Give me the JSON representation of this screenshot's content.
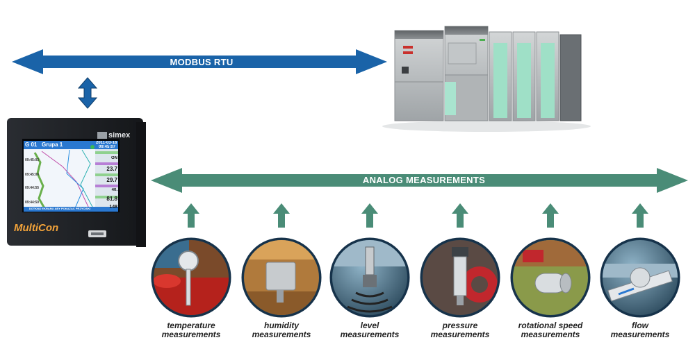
{
  "bus": {
    "modbus_label": "MODBUS RTU",
    "analog_label": "ANALOG MEASUREMENTS"
  },
  "device": {
    "brand": "simex",
    "logo": "MultiCon",
    "screen": {
      "group": "G 01",
      "group_name": "Grupa 1",
      "date": "2011-03-16",
      "time": "09:45:07",
      "time_marks": [
        "09:45:03",
        "09:45:00",
        "09:44:55",
        "09:44:50"
      ],
      "values": [
        "ON",
        "23.7",
        "29.7",
        "40.",
        "81.8",
        "148"
      ],
      "footer": "DOTKNIJ EKRANU ABY POKAZAC PRZYCISKI"
    }
  },
  "measurements": [
    {
      "line1": "temperature",
      "line2": "measurements",
      "icon": "thermometer-icon"
    },
    {
      "line1": "humidity",
      "line2": "measurements",
      "icon": "humidity-sensor-icon"
    },
    {
      "line1": "level",
      "line2": "measurements",
      "icon": "level-sensor-icon"
    },
    {
      "line1": "pressure",
      "line2": "measurements",
      "icon": "pressure-sensor-icon"
    },
    {
      "line1": "rotational speed",
      "line2": "measurements",
      "icon": "rotation-sensor-icon"
    },
    {
      "line1": "flow",
      "line2": "measurements",
      "icon": "flow-meter-icon"
    }
  ],
  "colors": {
    "modbus": "#1a63a8",
    "analog": "#4a8c77",
    "device_frame": "#1e2024",
    "plc": "#b9bdbf"
  }
}
